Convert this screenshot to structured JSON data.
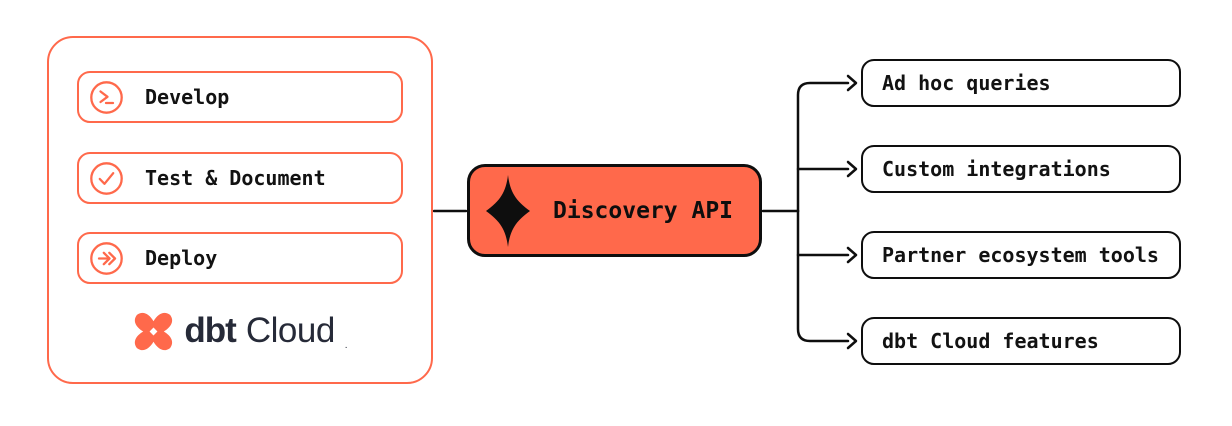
{
  "diagram": {
    "title_implied": "dbt Cloud Discovery API flow",
    "colors": {
      "accent_orange": "#FF694B",
      "api_fill": "#FF694B",
      "wordmark_navy": "#262A38",
      "line_black": "#0E0E0E",
      "box_background": "#FFFFFF"
    }
  },
  "left_panel": {
    "items": [
      {
        "label": "Develop",
        "icon": "terminal-prompt-icon"
      },
      {
        "label": "Test & Document",
        "icon": "check-circle-icon"
      },
      {
        "label": "Deploy",
        "icon": "double-arrow-circle-icon"
      }
    ],
    "logo": {
      "brand_bold": "dbt",
      "brand_regular": "Cloud",
      "trademark": ".",
      "mark": "dbt-logo-mark"
    }
  },
  "api_node": {
    "label": "Discovery API",
    "icon": "sparkle-icon"
  },
  "outputs": [
    {
      "label": "Ad hoc queries"
    },
    {
      "label": "Custom integrations"
    },
    {
      "label": "Partner ecosystem tools"
    },
    {
      "label": "dbt Cloud features"
    }
  ]
}
